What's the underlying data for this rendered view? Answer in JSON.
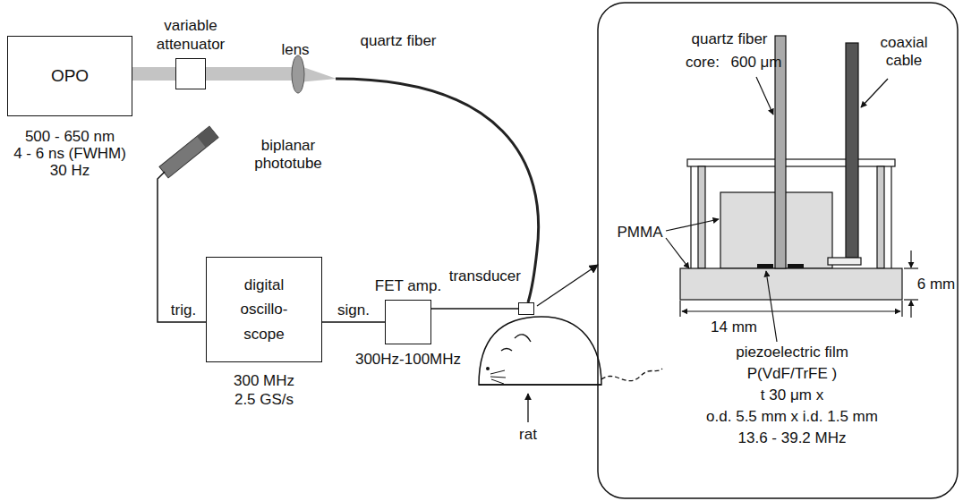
{
  "diagram": {
    "nodes": [
      {
        "text": [
          "OPO"
        ]
      },
      {
        "text": [
          "variable attenuator"
        ]
      },
      {
        "text": [
          "digital oscillo- scope"
        ]
      },
      {
        "text": [
          "FET amp."
        ]
      },
      {
        "text": [
          "transducer"
        ]
      }
    ],
    "edges": [
      {
        "from": 0,
        "to": 1,
        "arrow": "none"
      },
      {
        "from": 2,
        "to": 3,
        "arrow": "none"
      },
      {
        "from": 3,
        "to": 4,
        "arrow": "none"
      }
    ],
    "labels": [
      "500 - 650 nm",
      "4 - 6 ns (FWHM)",
      "30 Hz",
      "lens",
      "quartz fiber",
      "biplanar phototube",
      "trig.",
      "sign.",
      "300 MHz",
      "2.5 GS/s",
      "300Hz-100MHz",
      "rat",
      "quartz fiber",
      "core:",
      "600 μm",
      "coaxial cable",
      "PMMA",
      "6 mm",
      "14 mm",
      "piezoelectric film",
      "P(VdF/TrFE )",
      "t 30 μm x",
      "o.d. 5.5 mm x i.d. 1.5 mm",
      "13.6 - 39.2 MHz"
    ]
  }
}
